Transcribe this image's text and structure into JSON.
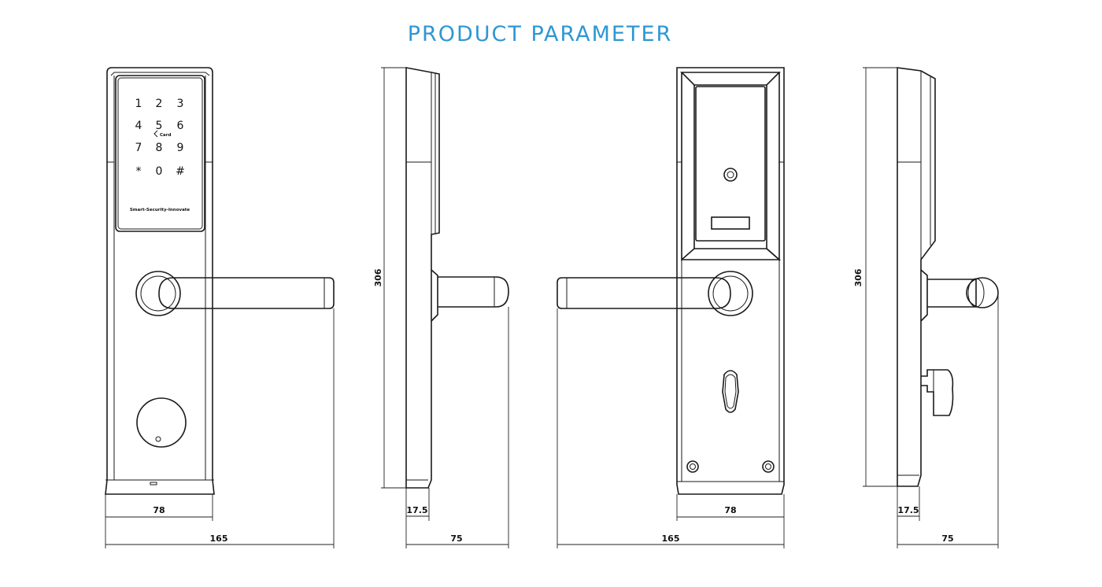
{
  "title": "PRODUCT PARAMETER",
  "keypad": {
    "keys": [
      "1",
      "2",
      "3",
      "4",
      "5",
      "6",
      "7",
      "8",
      "9",
      "*",
      "0",
      "#"
    ],
    "card_label": "Card",
    "slogan": "Smart-Security-Innovate"
  },
  "front_view": {
    "inner_width": "78",
    "overall_width": "165"
  },
  "side_view": {
    "height": "306",
    "depth": "17.5",
    "projection": "75"
  },
  "back_view": {
    "inner_width": "78",
    "overall_width": "165"
  },
  "back_side_view": {
    "height": "306",
    "depth": "17.5",
    "projection": "75"
  },
  "colors": {
    "title": "#2e97d3",
    "line": "#1a1a1a"
  }
}
